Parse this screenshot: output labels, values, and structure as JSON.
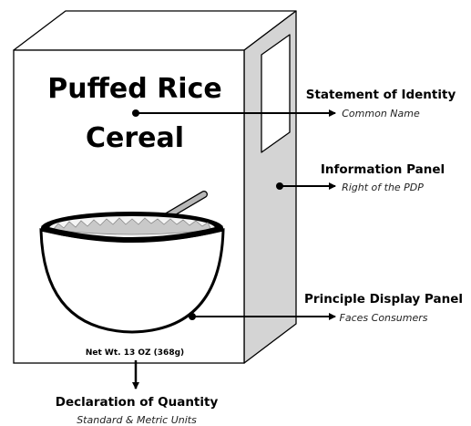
{
  "box": {
    "title_line1": "Puffed Rice",
    "title_line2": "Cereal",
    "net_weight": "Net Wt.  13 OZ (368g)"
  },
  "labels": [
    {
      "title": "Statement of Identity",
      "subtitle": "Common Name"
    },
    {
      "title": "Information Panel",
      "subtitle": "Right of the PDP"
    },
    {
      "title": "Principle Display Panel",
      "subtitle": "Faces Consumers"
    },
    {
      "title": "Declaration of Quantity",
      "subtitle": "Standard & Metric Units"
    }
  ],
  "colors": {
    "side_panel_fill": "#d4d4d4",
    "line": "#000000",
    "spoon": "#b8b8b8"
  }
}
